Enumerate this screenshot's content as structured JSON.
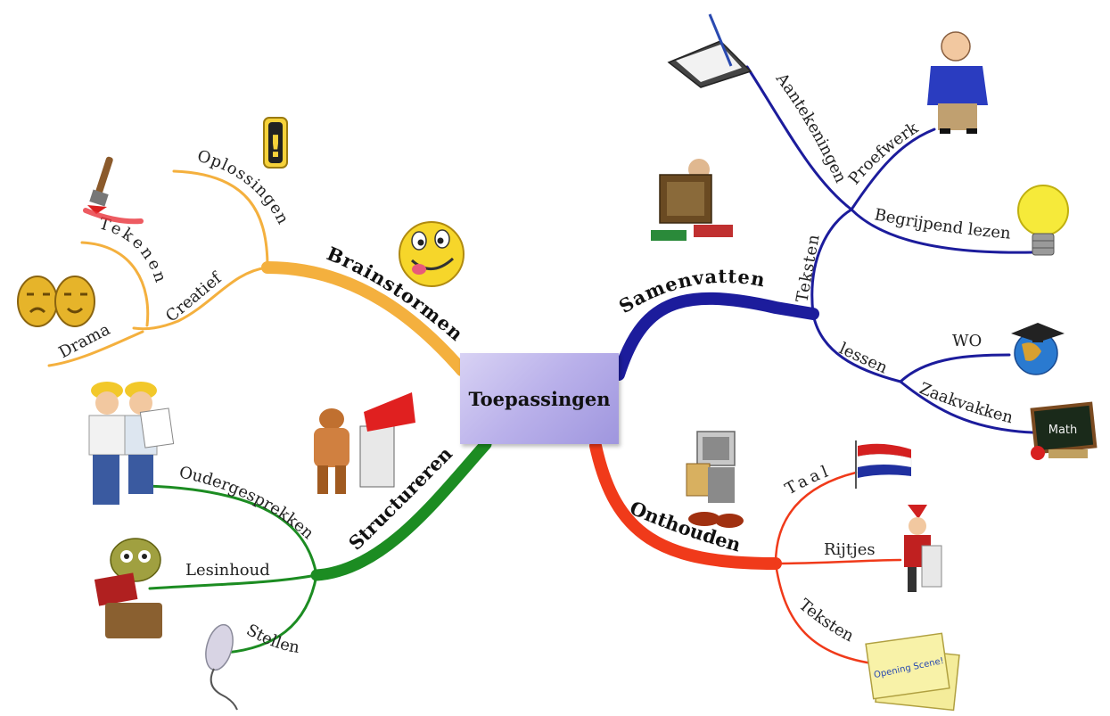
{
  "center": {
    "label": "Toepassingen"
  },
  "branches": {
    "brainstormen": {
      "label": "Brainstormen",
      "color": "#f4b03e",
      "sub": {
        "creatief": "Creatief",
        "oplossingen": "Oplossingen",
        "tekenen": "Tekenen",
        "drama": "Drama"
      }
    },
    "samenvatten": {
      "label": "Samenvatten",
      "color": "#1c1c9c",
      "sub": {
        "teksten": "Teksten",
        "aantekeningen": "Aantekeningen",
        "proefwerk": "Proefwerk",
        "begrijpend": "Begrijpend lezen",
        "lessen": "lessen",
        "wo": "WO",
        "zaakvakken": "Zaakvakken"
      }
    },
    "structureren": {
      "label": "Structureren",
      "color": "#1c8c22",
      "sub": {
        "oudergesprekken": "Oudergesprekken",
        "lesinhoud": "Lesinhoud",
        "stellen": "Stellen"
      }
    },
    "onthouden": {
      "label": "Onthouden",
      "color": "#f03a1a",
      "sub": {
        "taal": "Taal",
        "rijtjes": "Rijtjes",
        "teksten": "Teksten"
      }
    }
  },
  "icons": {
    "exclamation": "!",
    "blackboard_text": "Math",
    "note_text": "Opening Scene!"
  }
}
